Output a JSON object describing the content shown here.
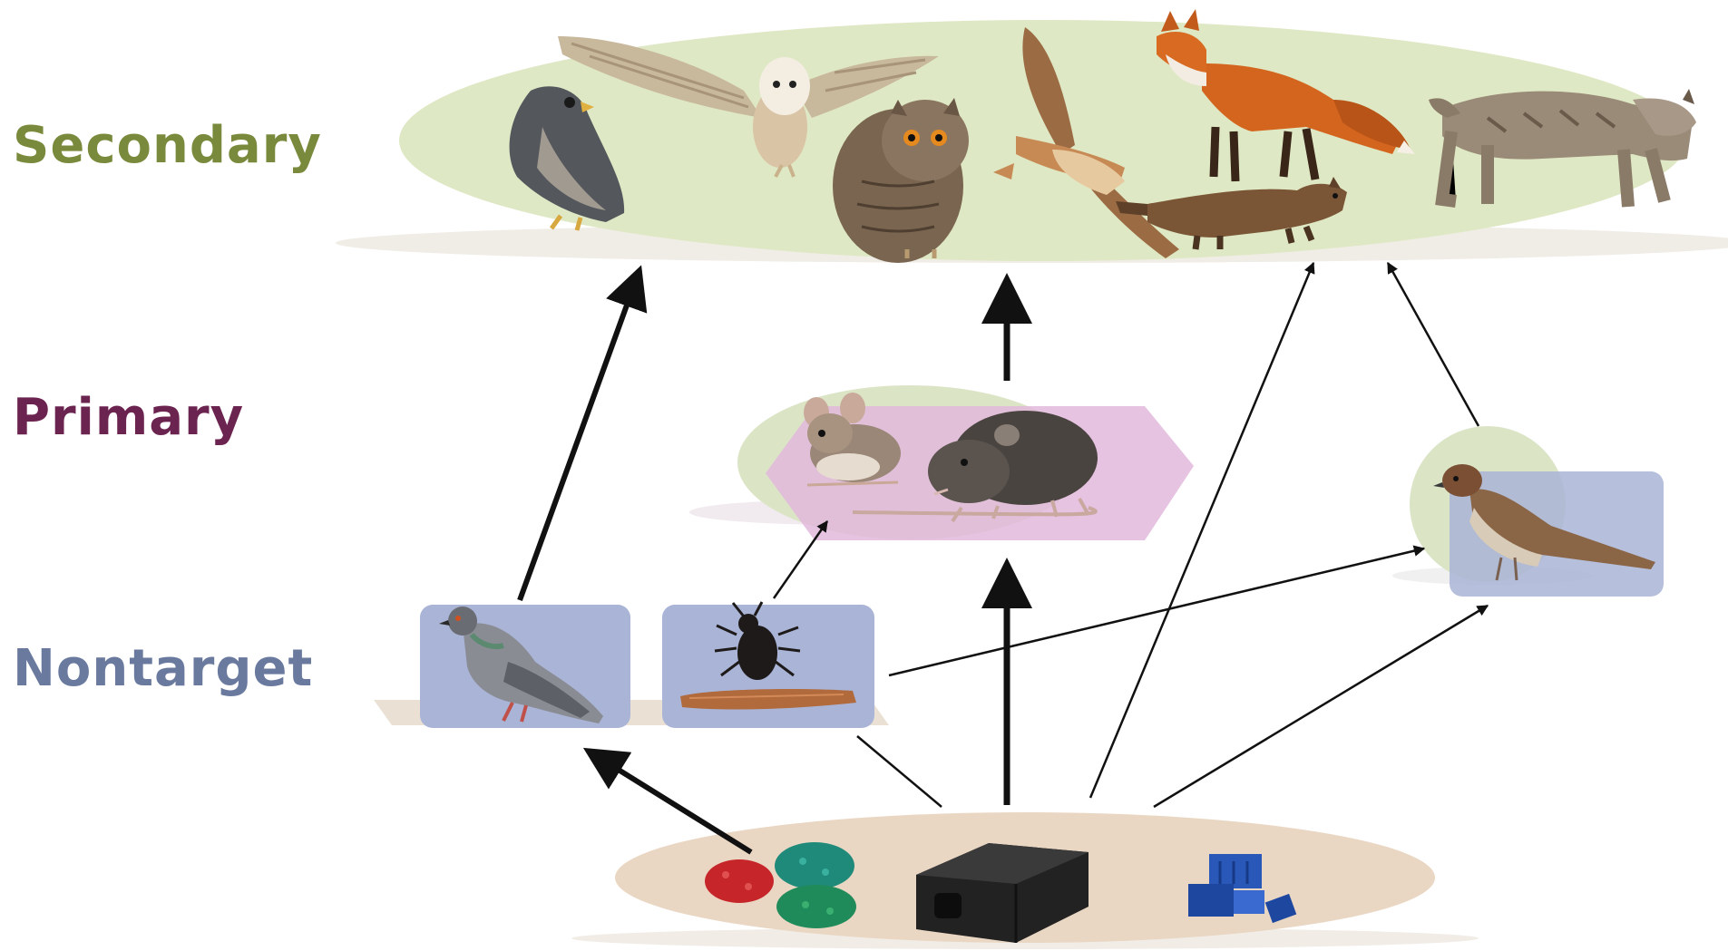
{
  "levels": {
    "secondary": {
      "label": "Secondary",
      "color": "#7a8a3c"
    },
    "primary": {
      "label": "Primary",
      "color": "#6b2350"
    },
    "nontarget": {
      "label": "Nontarget",
      "color": "#6a7a9e"
    }
  },
  "colors": {
    "secondary_ellipse": "#dfe8c4",
    "primary_ellipse": "#dbe5c6",
    "primary_hexagon": "#e2b8dc",
    "nontarget_box": "#a9b4d6",
    "bait_ellipse": "#ead7c3",
    "arrow": "#111111"
  },
  "icons": {
    "secondary": [
      "falcon-icon",
      "barn-owl-icon",
      "eagle-owl-icon",
      "hawk-icon",
      "fox-icon",
      "weasel-icon",
      "bobcat-icon"
    ],
    "primary": [
      "mouse-icon",
      "rat-icon"
    ],
    "nontarget": [
      "pigeon-icon",
      "beetle-icon",
      "slug-icon",
      "sparrow-icon"
    ],
    "bait": [
      "bait-pellets-icon",
      "bait-station-icon",
      "bait-blocks-icon"
    ]
  }
}
